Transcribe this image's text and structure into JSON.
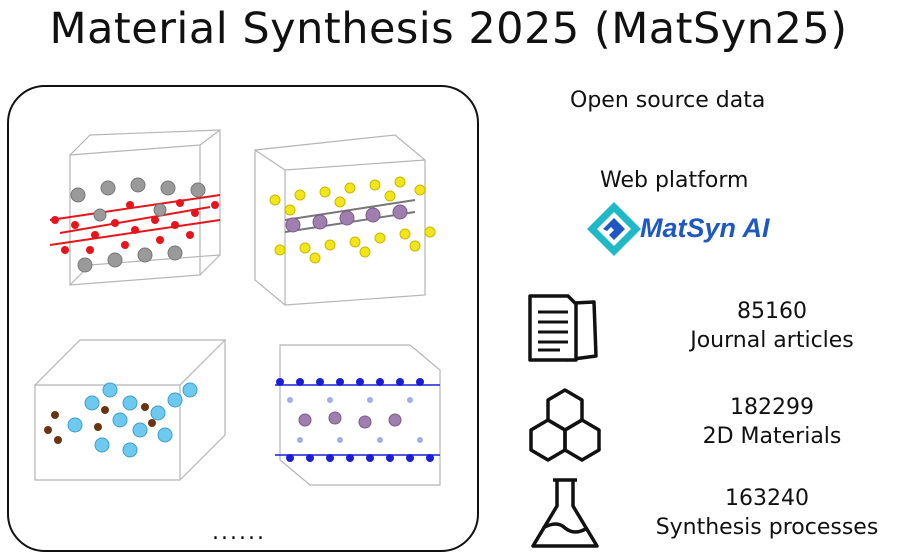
{
  "title": "Material Synthesis 2025 (MatSyn25)",
  "panel": {
    "ellipsis": "......"
  },
  "open_source": "Open source data",
  "web_platform": "Web platform",
  "logo": {
    "text": "MatSyn AI",
    "brand_color": "#1f57c3",
    "accent_color": "#20b9c8"
  },
  "stats": [
    {
      "icon": "document-icon",
      "value": "85160",
      "label": "Journal articles"
    },
    {
      "icon": "hexagon-cluster-icon",
      "value": "182299",
      "label": "2D Materials"
    },
    {
      "icon": "flask-icon",
      "value": "163240",
      "label": "Synthesis processes"
    }
  ],
  "colors": {
    "oxygen": "#e8141c",
    "metal_gray": "#9a9a9a",
    "sulfur": "#f2e619",
    "purple_atom": "#a07fb0",
    "cyan_atom": "#6ec9ef",
    "brown_atom": "#6b3410",
    "blue_atom": "#1a1fd6"
  }
}
